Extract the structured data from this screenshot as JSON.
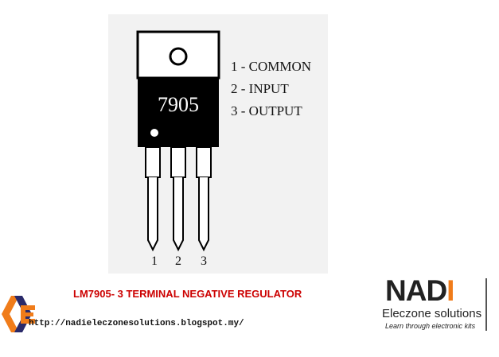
{
  "chip": {
    "label": "7905"
  },
  "pins": {
    "numbers": [
      "1",
      "2",
      "3"
    ],
    "descriptions": [
      "1 - COMMON",
      "2 - INPUT",
      "3 - OUTPUT"
    ]
  },
  "caption": "LM7905- 3 TERMINAL NEGATIVE REGULATOR",
  "url": "http://nadieleczonesolutions.blogspot.my/",
  "brand": {
    "name_main": "NAD",
    "name_accent": "I",
    "subtitle": "Eleczone solutions",
    "tagline": "Learn through electronic kits"
  },
  "colors": {
    "body": "#000000",
    "tab": "#ffffff",
    "caption": "#cc0000",
    "accent": "#f07c1a"
  }
}
